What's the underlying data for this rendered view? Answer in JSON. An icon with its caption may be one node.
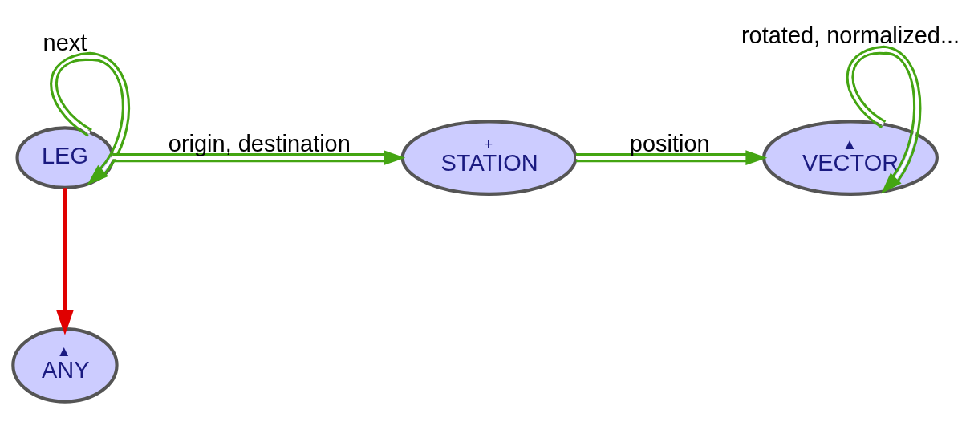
{
  "diagram": {
    "nodes": [
      {
        "text": [
          "▲",
          "ANY"
        ]
      },
      {
        "text": [
          "LEG"
        ]
      },
      {
        "text": [
          "+",
          "STATION"
        ]
      },
      {
        "text": [
          "▲",
          "VECTOR"
        ]
      }
    ],
    "edges": [
      {
        "from": 1,
        "to": 0,
        "arrow": "to",
        "color": "#e00000"
      },
      {
        "from": 1,
        "to": 1,
        "arrow": "to",
        "label": "next"
      },
      {
        "from": 1,
        "to": 2,
        "arrow": "to",
        "label": "origin, destination"
      },
      {
        "from": 2,
        "to": 3,
        "arrow": "to",
        "label": "position"
      },
      {
        "from": 3,
        "to": 3,
        "arrow": "to",
        "label": "rotated, normalized..."
      }
    ]
  }
}
